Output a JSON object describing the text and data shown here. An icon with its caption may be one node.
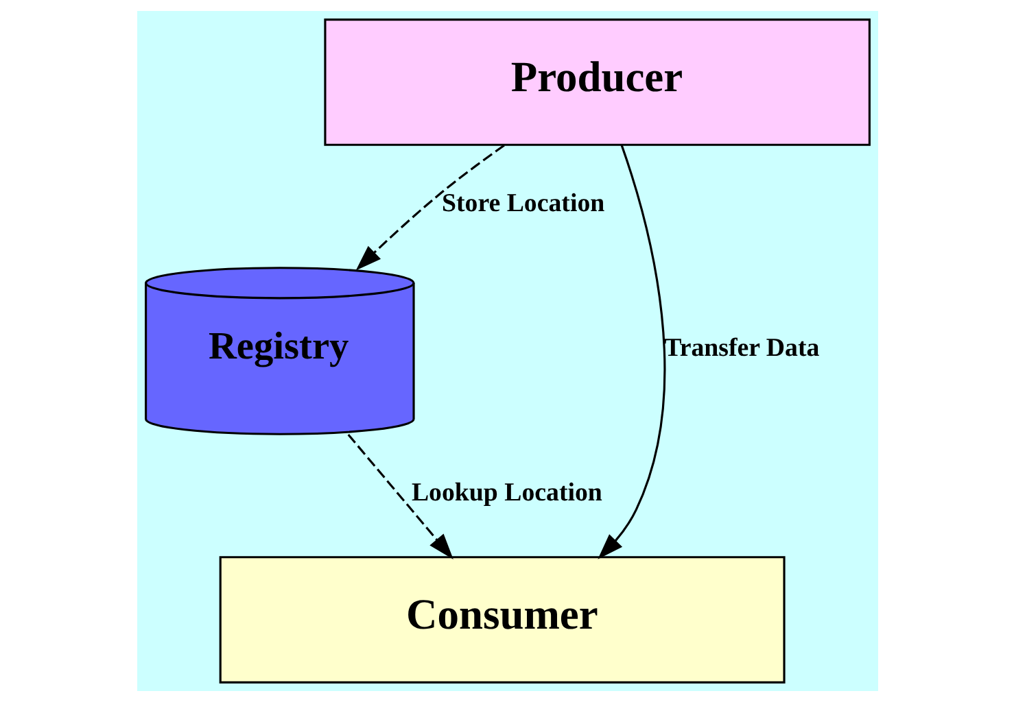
{
  "diagram": {
    "nodes": [
      {
        "text": [
          "Producer"
        ]
      },
      {
        "text": [
          "Registry"
        ]
      },
      {
        "text": [
          "Consumer"
        ]
      }
    ],
    "edges": [
      {
        "from": 0,
        "to": 2,
        "arrow": "to",
        "label": "Transfer Data"
      },
      {
        "from": 0,
        "to": 1,
        "arrow": "to",
        "label": "Store Location",
        "style": "dashed"
      },
      {
        "from": 1,
        "to": 2,
        "arrow": "to",
        "label": "Lookup Location",
        "style": "dashed"
      }
    ]
  }
}
